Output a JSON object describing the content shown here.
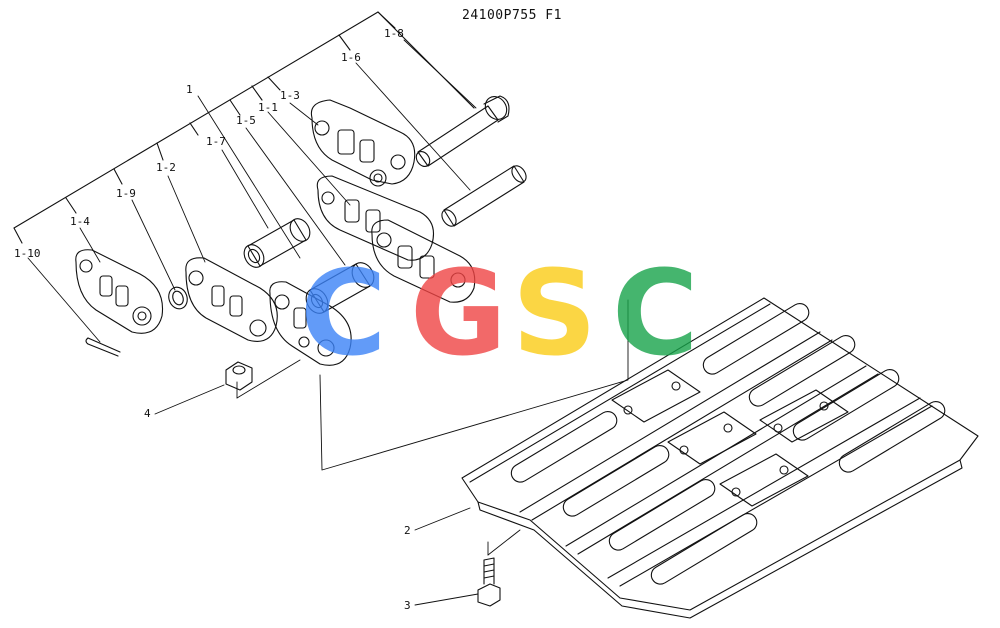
{
  "drawing_number": "24100P755 F1",
  "watermark": {
    "letters": [
      "C",
      "G",
      "S",
      "C"
    ],
    "colors": [
      "#3b82f6",
      "#ef4444",
      "#facc15",
      "#16a34a"
    ]
  },
  "part_labels": {
    "p1": "1",
    "p1_1": "1-1",
    "p1_2": "1-2",
    "p1_3": "1-3",
    "p1_4": "1-4",
    "p1_5": "1-5",
    "p1_6": "1-6",
    "p1_7": "1-7",
    "p1_8": "1-8",
    "p1_9": "1-9",
    "p1_10": "1-10",
    "p2": "2",
    "p3": "3",
    "p4": "4"
  }
}
